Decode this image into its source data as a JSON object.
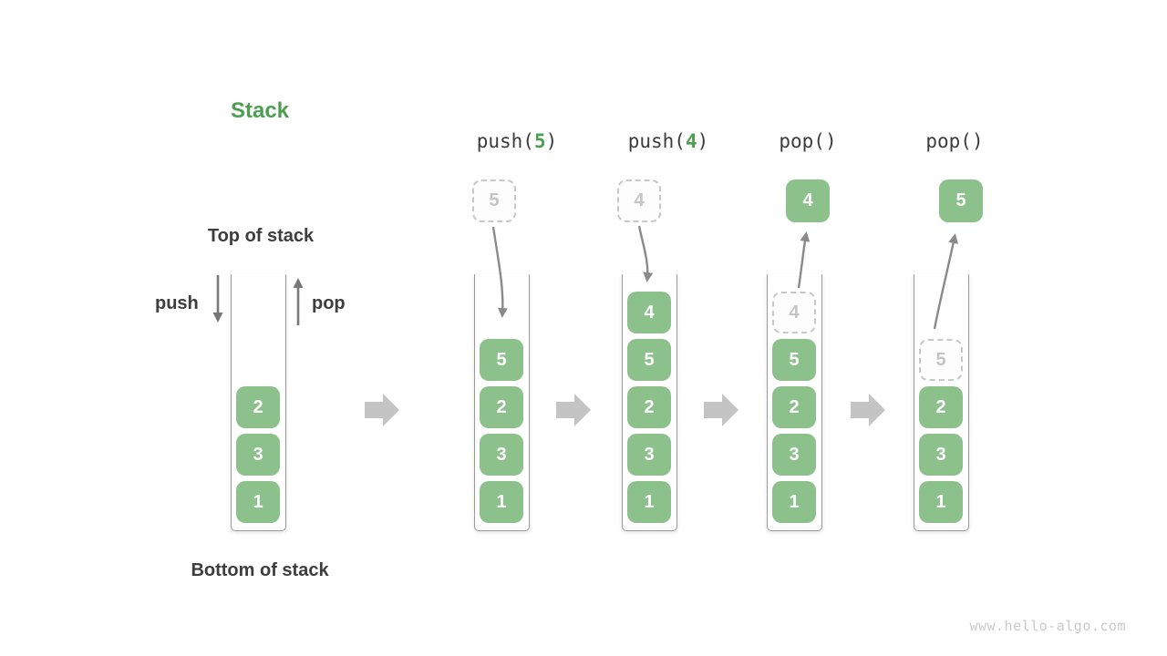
{
  "title": "Stack",
  "labels": {
    "top_of_stack": "Top of stack",
    "bottom_of_stack": "Bottom of stack",
    "push": "push",
    "pop": "pop"
  },
  "watermark": "www.hello-algo.com",
  "colors": {
    "accent_green": "#4C9E50",
    "cell_green": "#8CC18C",
    "cell_text": "#FFFFFF",
    "ghost_border": "#C8C8C8",
    "ghost_text": "#C4C4C4",
    "cup_border": "#9A9A9A",
    "straight_arrow": "#787878",
    "flow_arrow": "#8A8A8A",
    "block_arrow": "#C4C4C4",
    "text_dark": "#3D3D3D",
    "watermark_gray": "#CACACA"
  },
  "operations": [
    {
      "prefix": "push(",
      "arg": "5",
      "suffix": ")"
    },
    {
      "prefix": "push(",
      "arg": "4",
      "suffix": ")"
    },
    {
      "prefix": "pop(",
      "arg": "",
      "suffix": ")"
    },
    {
      "prefix": "pop(",
      "arg": "",
      "suffix": ")"
    }
  ],
  "columns": [
    {
      "name": "initial-stack",
      "cells": [
        "2",
        "3",
        "1"
      ]
    },
    {
      "name": "after-push-5",
      "floating": {
        "value": "5",
        "style": "ghost"
      },
      "cells": [
        "5",
        "2",
        "3",
        "1"
      ]
    },
    {
      "name": "after-push-4",
      "floating": {
        "value": "4",
        "style": "ghost"
      },
      "cells": [
        "4",
        "5",
        "2",
        "3",
        "1"
      ]
    },
    {
      "name": "after-pop-4",
      "floating": {
        "value": "4",
        "style": "solid"
      },
      "ghost": {
        "value": "4"
      },
      "cells": [
        "5",
        "2",
        "3",
        "1"
      ]
    },
    {
      "name": "after-pop-5",
      "floating": {
        "value": "5",
        "style": "solid"
      },
      "ghost": {
        "value": "5"
      },
      "cells": [
        "2",
        "3",
        "1"
      ]
    }
  ]
}
